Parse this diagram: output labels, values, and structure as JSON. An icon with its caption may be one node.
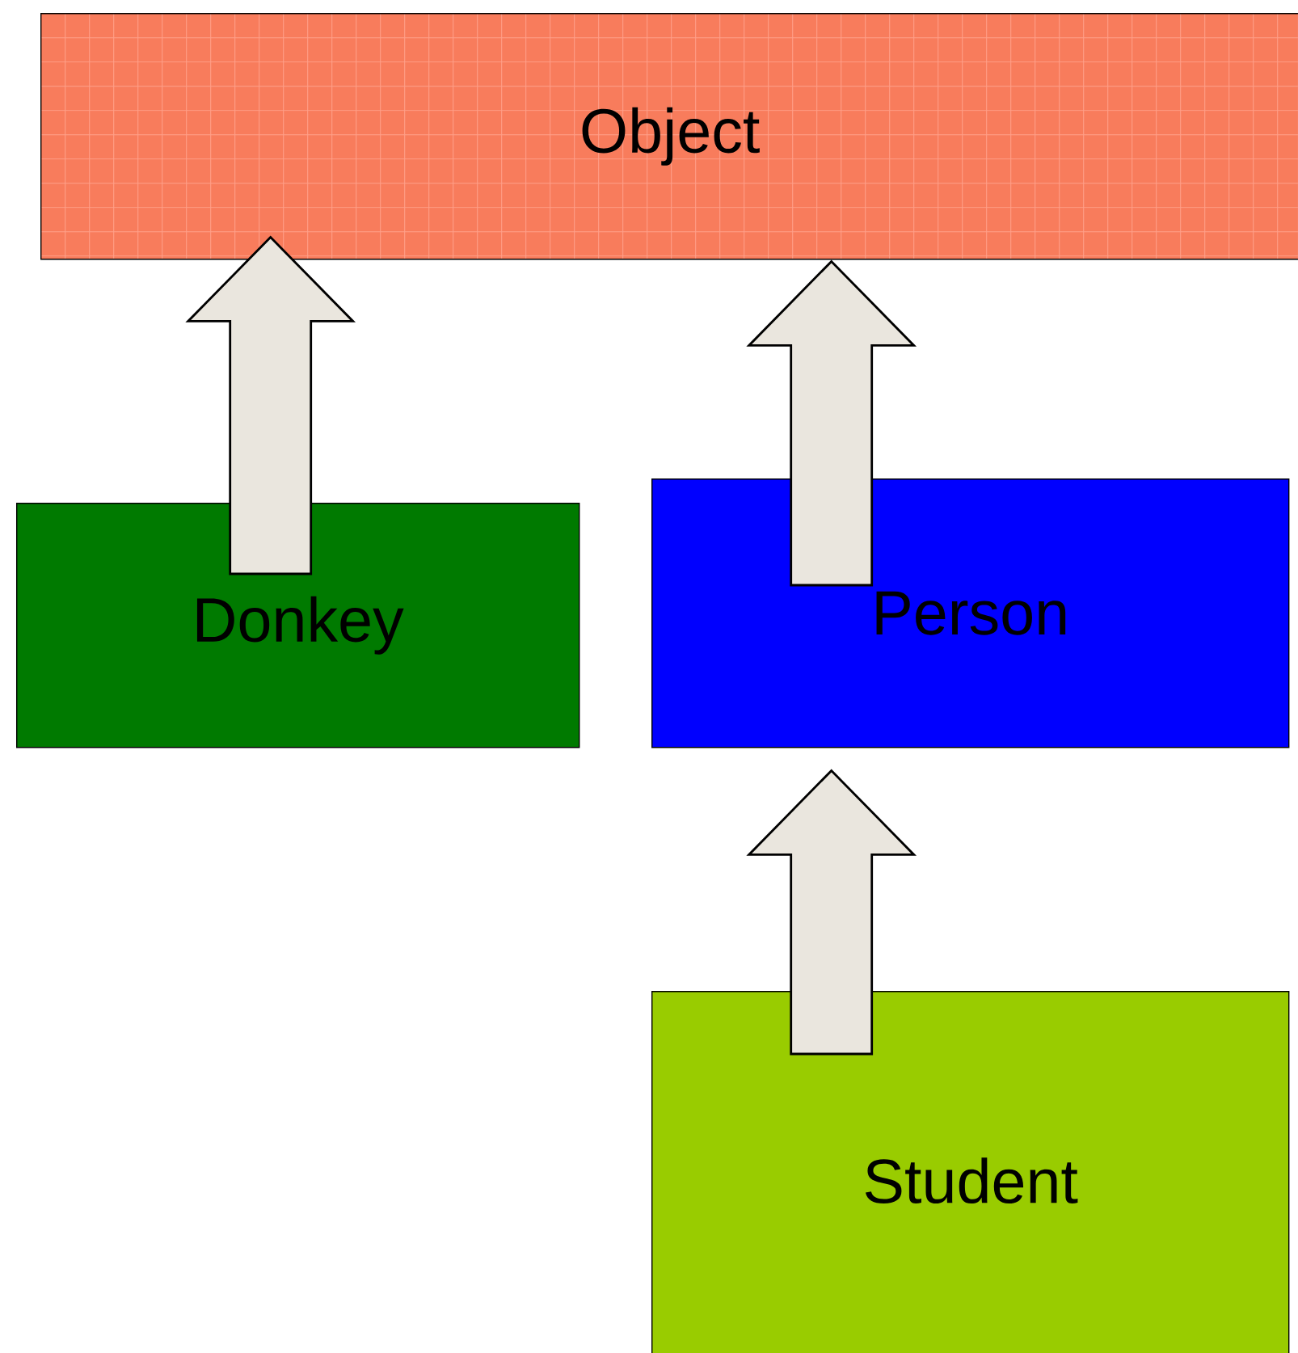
{
  "diagram": {
    "nodes": [
      {
        "text": [
          "Object"
        ]
      },
      {
        "text": [
          "Donkey"
        ]
      },
      {
        "text": [
          "Person"
        ]
      },
      {
        "text": [
          "Student"
        ]
      }
    ],
    "edges": [
      {
        "from": 1,
        "to": 0,
        "arrow": "to"
      },
      {
        "from": 2,
        "to": 0,
        "arrow": "to"
      },
      {
        "from": 3,
        "to": 2,
        "arrow": "to"
      }
    ]
  }
}
